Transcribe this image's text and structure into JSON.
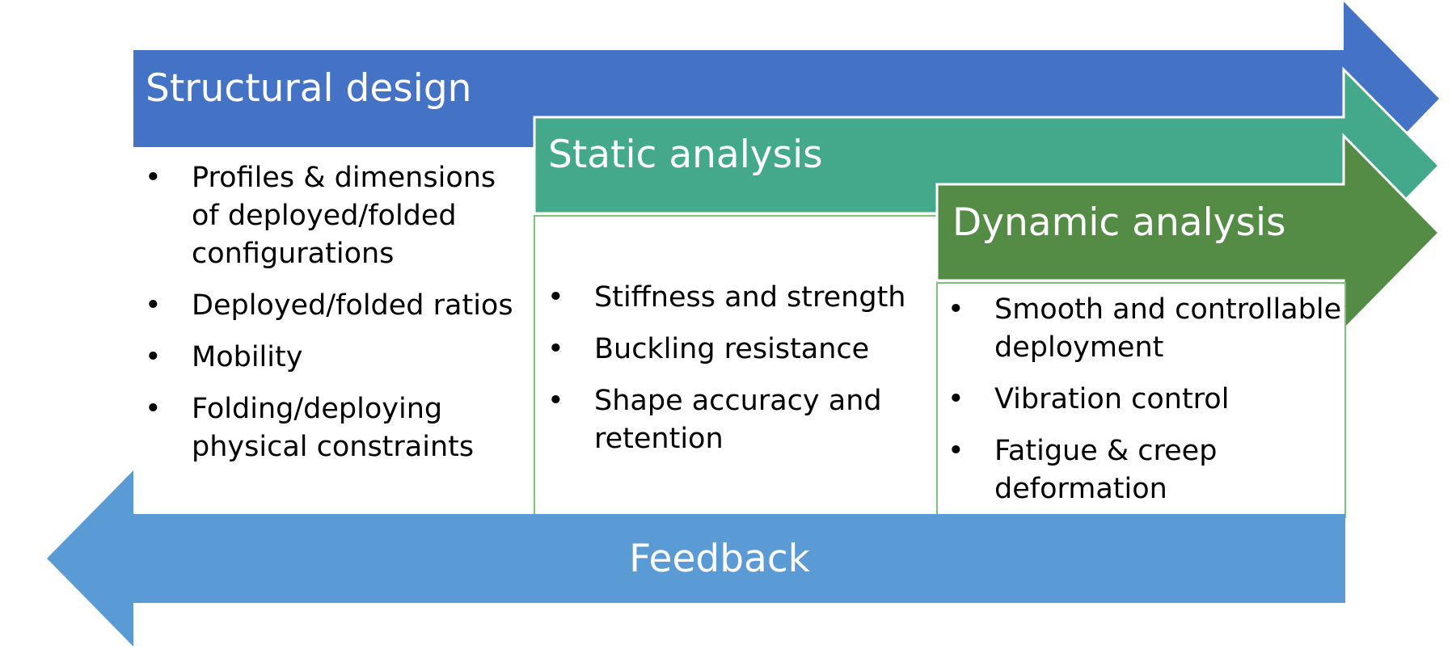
{
  "colors": {
    "structural": "#4472C4",
    "static": "#44A98A",
    "dynamic": "#548B45",
    "feedback": "#5B9BD5"
  },
  "stages": [
    {
      "title": "Structural design",
      "items": [
        "Profiles & dimensions of deployed/folded configurations",
        "Deployed/folded ratios",
        "Mobility",
        "Folding/deploying physical constraints"
      ]
    },
    {
      "title": "Static analysis",
      "items": [
        "Stiffness and strength",
        "Buckling resistance",
        "Shape accuracy and retention"
      ]
    },
    {
      "title": "Dynamic analysis",
      "items": [
        "Smooth and controllable deployment",
        "Vibration control",
        "Fatigue & creep deformation"
      ]
    }
  ],
  "feedback": {
    "label": "Feedback"
  }
}
